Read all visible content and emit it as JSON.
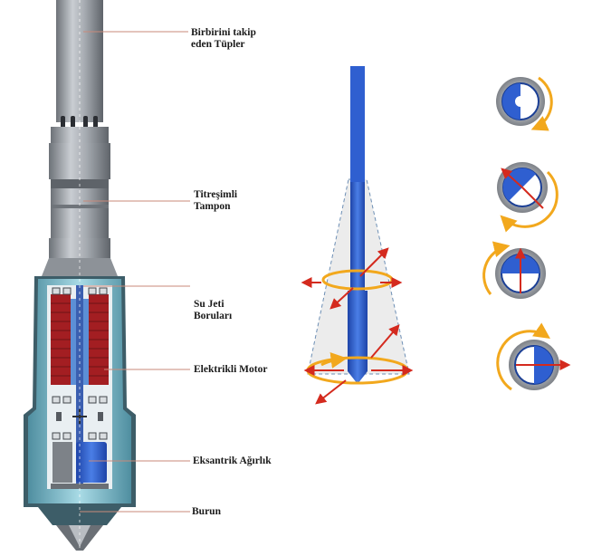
{
  "labels": {
    "tubes_line1": "Birbirini takip",
    "tubes_line2": "eden Tüpler",
    "damper_line1": "Titreşimli",
    "damper_line2": "Tampon",
    "waterjet_line1": "Su Jeti",
    "waterjet_line2": "Boruları",
    "motor": "Elektrikli Motor",
    "eccentric": "Eksantrik Ağırlık",
    "nose": "Burun"
  },
  "colors": {
    "tube_grey": "#8e9399",
    "tube_light": "#cfd3d8",
    "casing_cyan": "#7fc8d8",
    "motor_red": "#a31e22",
    "vibro_blue": "#2f5fd0",
    "arrow_red": "#d42a1e",
    "rotation_orange": "#f2a81d",
    "disc_grey": "#9a9ea4"
  },
  "icons": [
    "rotation-arrow-icon",
    "force-arrow-icon",
    "eccentric-disc-icon"
  ]
}
